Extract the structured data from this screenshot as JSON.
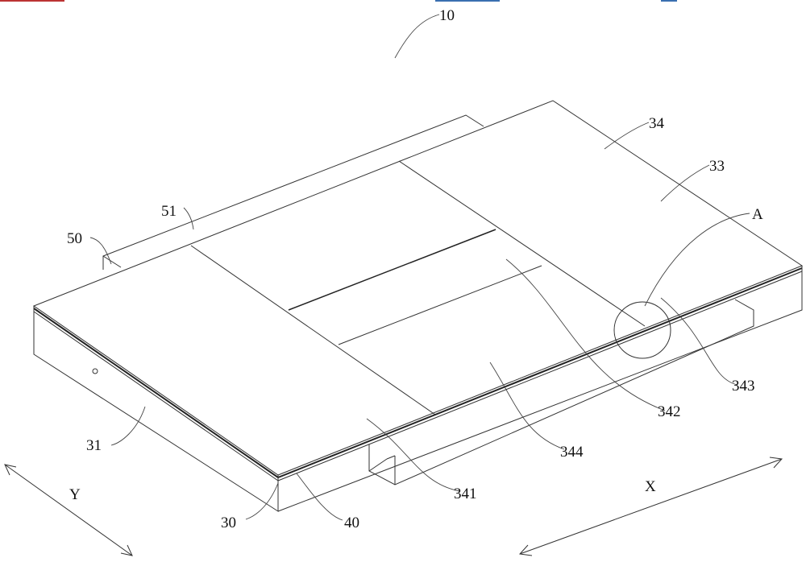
{
  "figure": {
    "reference_labels": {
      "assembly": "10",
      "top_panel": "34",
      "side_panel": "33",
      "detail": "A",
      "rail_top": "51",
      "rail": "50",
      "panel_343": "343",
      "panel_342": "342",
      "panel_344": "344",
      "panel_341": "341",
      "side_31": "31",
      "base": "30",
      "layer": "40"
    },
    "axes": {
      "y": "Y",
      "x": "X"
    }
  }
}
